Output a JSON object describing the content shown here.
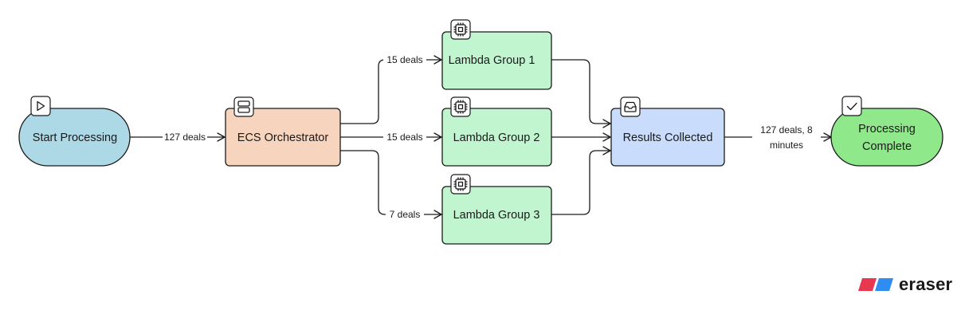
{
  "nodes": {
    "start": {
      "label": "Start Processing",
      "fill": "#add8e6",
      "icon": "play-icon"
    },
    "ecs": {
      "label": "ECS Orchestrator",
      "fill": "#f7d4bd",
      "icon": "server-icon"
    },
    "lambda1": {
      "label": "Lambda Group 1",
      "fill": "#c1f5d0",
      "icon": "chip-icon"
    },
    "lambda2": {
      "label": "Lambda Group 2",
      "fill": "#c1f5d0",
      "icon": "chip-icon"
    },
    "lambda3": {
      "label": "Lambda Group 3",
      "fill": "#c1f5d0",
      "icon": "chip-icon"
    },
    "results": {
      "label": "Results Collected",
      "fill": "#c9dcfb",
      "icon": "inbox-icon"
    },
    "complete": {
      "label_line1": "Processing",
      "label_line2": "Complete",
      "fill": "#8fe98a",
      "icon": "check-icon"
    }
  },
  "edges": {
    "start_to_ecs": "127 deals",
    "ecs_to_lambda1": "15 deals",
    "ecs_to_lambda2": "15 deals",
    "ecs_to_lambda3": "7 deals",
    "results_to_complete_line1": "127 deals, 8",
    "results_to_complete_line2": "minutes"
  },
  "brand": {
    "name": "eraser",
    "colors": [
      "#e8384f",
      "#2f8cf0"
    ]
  }
}
